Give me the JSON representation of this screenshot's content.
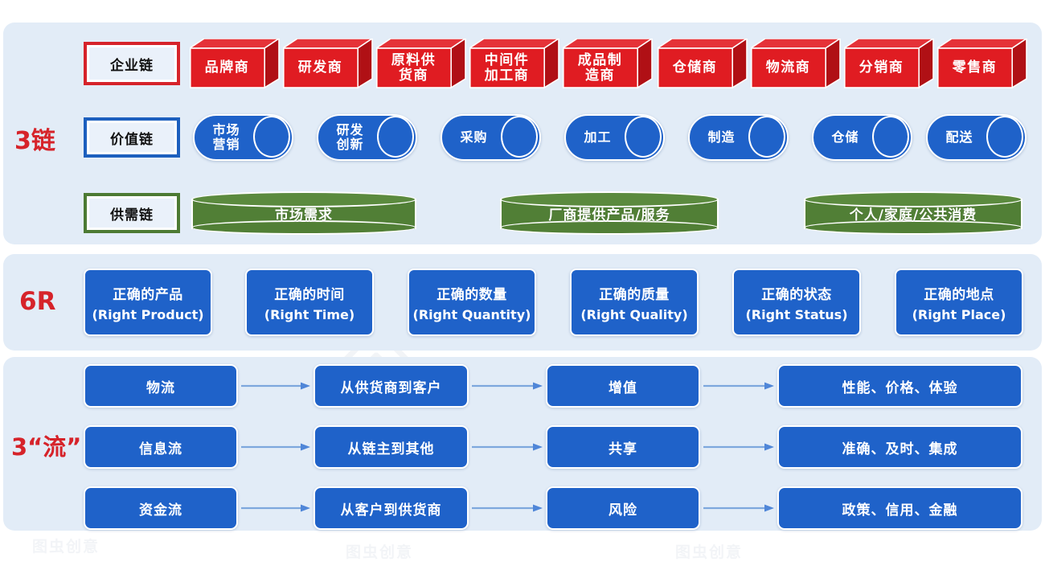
{
  "colors": {
    "panel_bg": "#e2ecf7",
    "red": "#e01c22",
    "red_dark": "#cc1014",
    "label_red": "#d6232a",
    "blue": "#1f62c9",
    "blue_border": "#1c5fbe",
    "green": "#517f36",
    "green_light": "#5b8a3e",
    "arrow": "#7da7dd",
    "page_bg": "#ffffff"
  },
  "watermark": {
    "text": "图虫创意"
  },
  "sections": {
    "chains": {
      "label": "3链",
      "rows": [
        {
          "name": "enterprise-chain",
          "label": "企业链",
          "shape": "cube",
          "items": [
            "品牌商",
            "研发商",
            "原料供\n货商",
            "中间件\n加工商",
            "成品制\n造商",
            "仓储商",
            "物流商",
            "分销商",
            "零售商"
          ]
        },
        {
          "name": "value-chain",
          "label": "价值链",
          "shape": "cylinder",
          "items": [
            "市场\n营销",
            "研发\n创新",
            "采购",
            "加工",
            "制造",
            "仓储",
            "配送"
          ]
        },
        {
          "name": "supply-demand-chain",
          "label": "供需链",
          "shape": "drum",
          "items": [
            "市场需求",
            "厂商提供产品/服务",
            "个人/家庭/公共消费"
          ]
        }
      ]
    },
    "six_r": {
      "label": "6R",
      "items": [
        {
          "cn": "正确的产品",
          "en": "(Right Product)"
        },
        {
          "cn": "正确的时间",
          "en": "(Right Time)"
        },
        {
          "cn": "正确的数量",
          "en": "(Right Quantity)"
        },
        {
          "cn": "正确的质量",
          "en": "(Right Quality)"
        },
        {
          "cn": "正确的状态",
          "en": "(Right Status)"
        },
        {
          "cn": "正确的地点",
          "en": "(Right Place)"
        }
      ]
    },
    "three_flows": {
      "label": "3“流”",
      "rows": [
        {
          "name": "logistics-flow",
          "cells": [
            "物流",
            "从供货商到客户",
            "增值",
            "性能、价格、体验"
          ]
        },
        {
          "name": "information-flow",
          "cells": [
            "信息流",
            "从链主到其他",
            "共享",
            "准确、及时、集成"
          ]
        },
        {
          "name": "capital-flow",
          "cells": [
            "资金流",
            "从客户到供货商",
            "风险",
            "政策、信用、金融"
          ]
        }
      ]
    }
  }
}
